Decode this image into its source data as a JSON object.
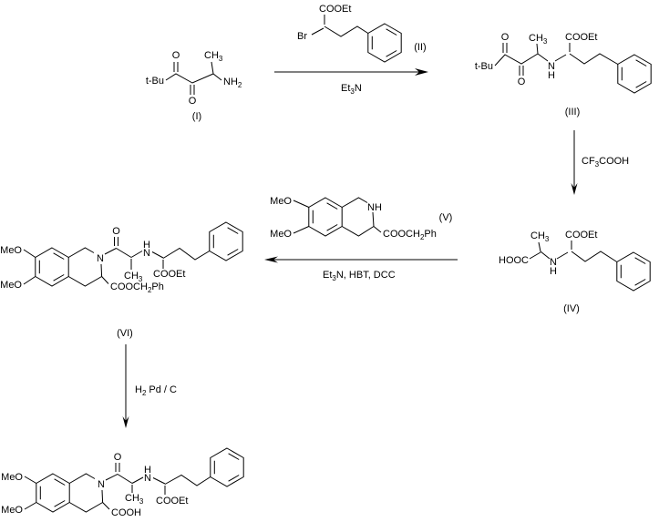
{
  "colors": {
    "ink": "#000000",
    "background": "#ffffff"
  },
  "compounds": {
    "i": {
      "label": "(I)",
      "t_bu": "t-Bu",
      "o_top": "O",
      "o_bottom": "O",
      "methyl": "CH",
      "methyl_sub": "3",
      "amine": "NH",
      "amine_sub": "2"
    },
    "ii": {
      "label": "(II)",
      "ester": "COOEt",
      "halide": "Br"
    },
    "iii": {
      "label": "(III)",
      "t_bu": "t-Bu",
      "o_top": "O",
      "o_bottom": "O",
      "methyl": "CH",
      "methyl_sub": "3",
      "ester": "COOEt",
      "amine_n": "N",
      "amine_h": "H"
    },
    "iv": {
      "label": "(IV)",
      "acid": "HOOC",
      "methyl": "CH",
      "methyl_sub": "3",
      "ester": "COOEt",
      "amine_n": "N",
      "amine_h": "H"
    },
    "v": {
      "label": "(V)",
      "meo_top": "MeO",
      "meo_bottom": "MeO",
      "amine": "NH",
      "ester_pre": "COOCH",
      "ester_sub": "2",
      "ester_post": "Ph"
    },
    "vi": {
      "label": "(VI)",
      "meo_top": "MeO",
      "meo_bottom": "MeO",
      "ring_n": "N",
      "carbonyl_o": "O",
      "methyl": "CH",
      "methyl_sub": "3",
      "amine_h": "H",
      "amine_n": "N",
      "ethyl_ester": "COOEt",
      "benzyl_ester_pre": "COOCH",
      "benzyl_ester_sub": "2",
      "benzyl_ester_post": "Ph"
    },
    "product": {
      "meo_top": "MeO",
      "meo_bottom": "MeO",
      "ring_n": "N",
      "carbonyl_o": "O",
      "methyl": "CH",
      "methyl_sub": "3",
      "amine_h": "H",
      "amine_n": "N",
      "ethyl_ester": "COOEt",
      "acid": "COOH"
    }
  },
  "steps": {
    "step1": {
      "base": "Et",
      "base_sub": "3",
      "base_post": "N"
    },
    "step2": {
      "reagent": "CF",
      "reagent_sub": "3",
      "reagent_post": "COOH"
    },
    "step3": {
      "reagents": "Et",
      "reagents_sub": "3",
      "reagents_post": "N, HBT, DCC"
    },
    "step4": {
      "reagent": "H",
      "reagent_sub": "2",
      "reagent_post": "Pd / C"
    }
  }
}
